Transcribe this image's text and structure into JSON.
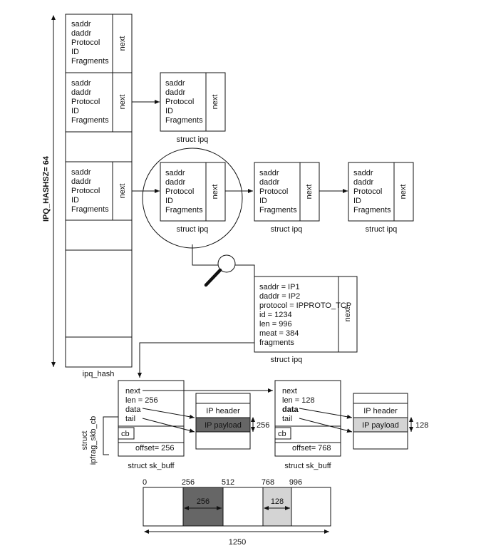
{
  "diagram": {
    "hash_size_label": "IPQ_HASHSZ= 64",
    "hash_table_label": "ipq_hash",
    "struct_ipq": "struct ipq",
    "struct_sk_buff": "struct sk_buff",
    "struct_cb_label": [
      "struct",
      "ipfrag_skb_cb"
    ],
    "next": "next",
    "ipq_fields": [
      "saddr",
      "daddr",
      "Protocol",
      "ID",
      "Fragments"
    ],
    "detail_fields": [
      "saddr = IP1",
      "daddr = IP2",
      "protocol = IPPROTO_TCP",
      "id = 1234",
      "len = 996",
      "meat = 384",
      "fragments"
    ],
    "skbuff_1": {
      "fields": [
        "next",
        "len = 256",
        "data",
        "tail"
      ],
      "cb": "cb",
      "offset": "offset= 256"
    },
    "skbuff_2": {
      "fields": [
        "next",
        "len = 128",
        "data",
        "tail"
      ],
      "cb": "cb",
      "offset": "offset= 768"
    },
    "packet_1": {
      "header": "IP header",
      "payload": "IP payload",
      "size": "256"
    },
    "packet_2": {
      "header": "IP header",
      "payload": "IP payload",
      "size": "128"
    },
    "bar": {
      "ticks": [
        "0",
        "256",
        "512",
        "768",
        "996"
      ],
      "segment_1": "256",
      "segment_2": "128",
      "total": "1250"
    }
  },
  "colors": {
    "dark_payload": "#666666",
    "light_payload": "#d4d4d4",
    "line": "#111111"
  }
}
